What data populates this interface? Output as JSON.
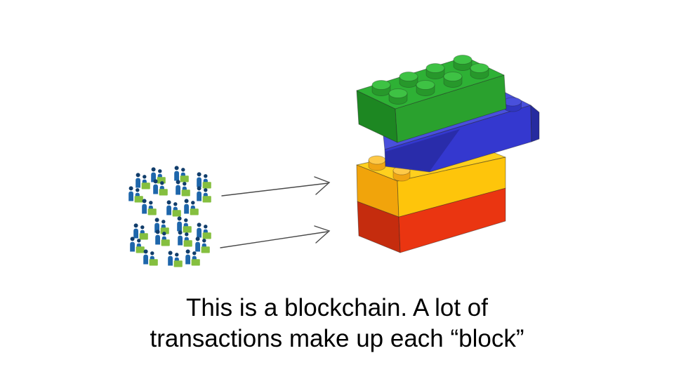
{
  "slide": {
    "background": "#ffffff",
    "caption": {
      "line1": "This is a blockchain. A lot of",
      "line2": "transactions make up each “block”",
      "color": "#000000"
    },
    "people": {
      "icon": "two-people-at-desk-icon",
      "body_color": "#1e66ab",
      "head_color": "#113d6b",
      "desk_color": "#85bf3f",
      "clusters": [
        {
          "id": "upper",
          "icon_count": 11
        },
        {
          "id": "lower",
          "icon_count": 11
        }
      ]
    },
    "arrows": {
      "count": 2,
      "color": "#4a4a4a"
    },
    "bricks": [
      {
        "name": "green",
        "studs_visible": 8,
        "top": "#2eb135",
        "front": "#2aa12e",
        "side": "#1d8722",
        "stud_side": "#27982b",
        "stud_top": "#3ec244"
      },
      {
        "name": "blue",
        "studs_visible": 1,
        "top": "#4950dc",
        "front": "#3438cf",
        "side": "#262b9f",
        "stud_side": "#3036c0",
        "stud_top": "#4950dc"
      },
      {
        "name": "yellow",
        "studs_visible": 2,
        "top": "#ffd01e",
        "front": "#fec50b",
        "side": "#f1a40b",
        "stud_side": "#f0a513",
        "stud_top": "#fec948"
      },
      {
        "name": "red",
        "studs_visible": 0,
        "top": "#ea3511",
        "front": "#ea3511",
        "side": "#c52c0e",
        "stud_side": "#ea3511",
        "stud_top": "#ea3511"
      }
    ]
  }
}
